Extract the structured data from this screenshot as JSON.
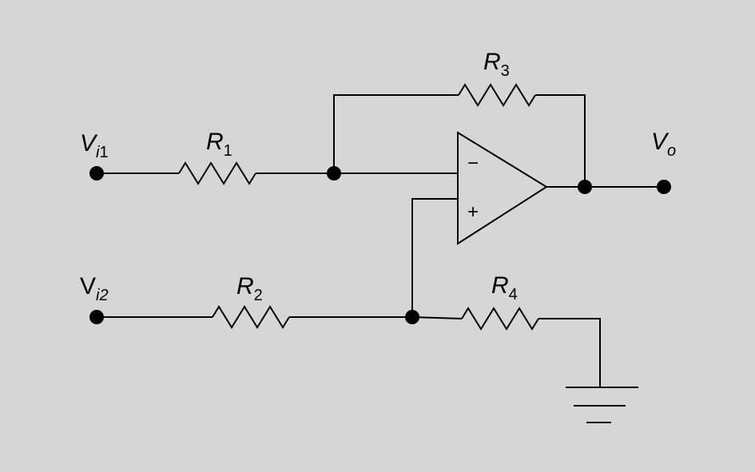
{
  "inputs": {
    "vi1": {
      "main": "V",
      "sub_italic": "i",
      "sub_num": "1"
    },
    "vi2": {
      "main": "V",
      "sub_italic": "i",
      "sub_num": "2"
    }
  },
  "output": {
    "main": "V",
    "sub_italic": "o"
  },
  "resistors": [
    {
      "main": "R",
      "sub": "1"
    },
    {
      "main": "R",
      "sub": "2"
    },
    {
      "main": "R",
      "sub": "3"
    },
    {
      "main": "R",
      "sub": "4"
    }
  ],
  "opamp": {
    "inverting_sign": "−",
    "noninverting_sign": "+"
  },
  "colors": {
    "background": "#d6d6d6",
    "ink": "#000000"
  }
}
